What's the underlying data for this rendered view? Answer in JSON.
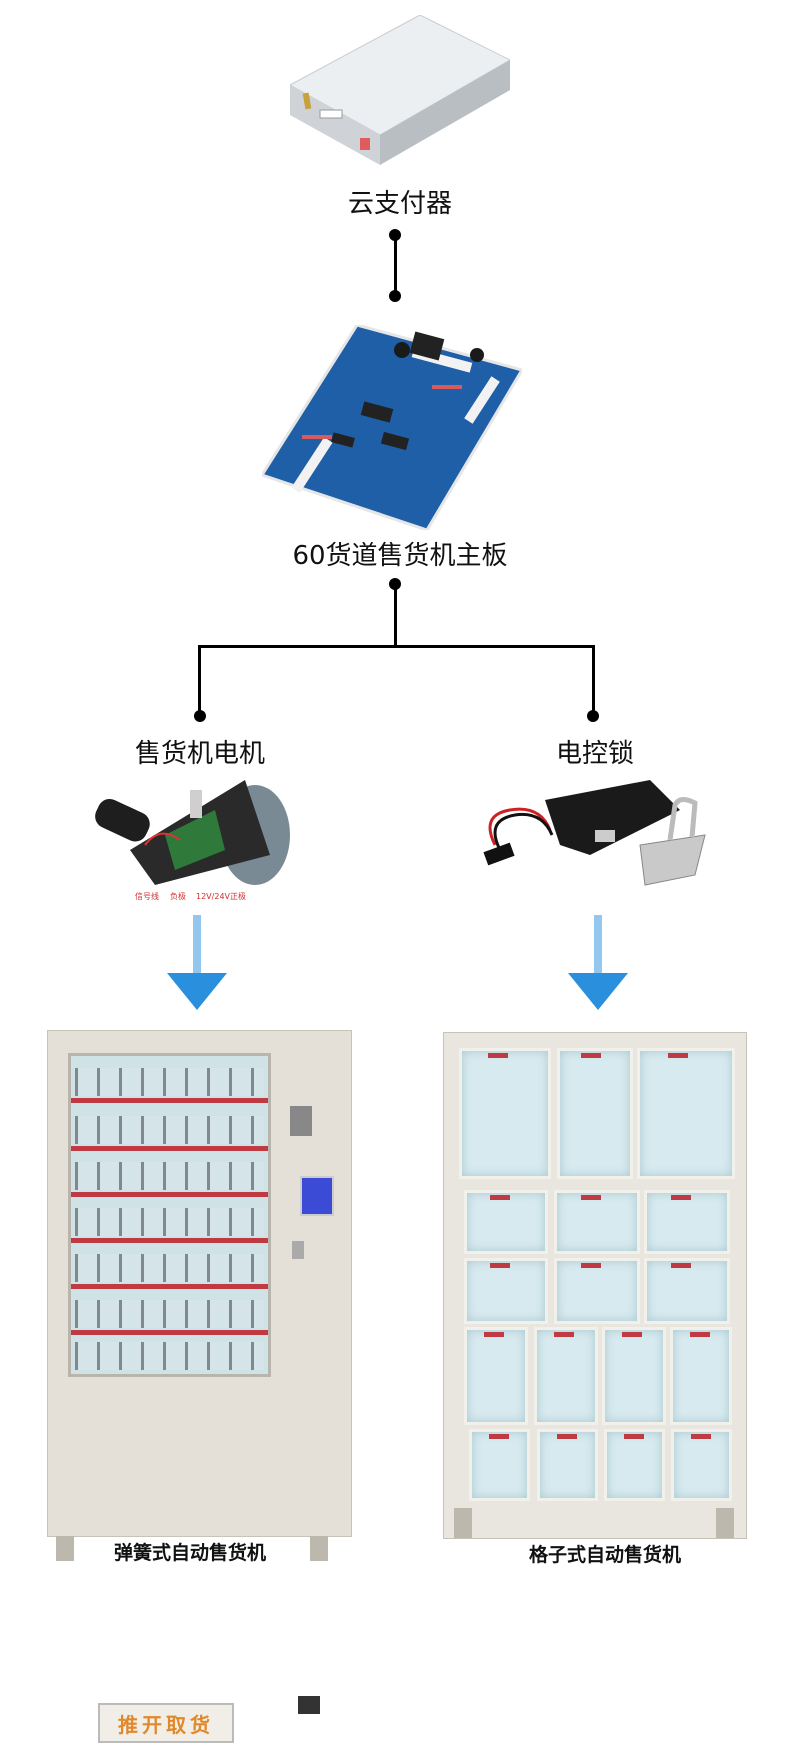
{
  "nodes": {
    "pay": "云支付器",
    "board": "60货道售货机主板",
    "motor": "售货机电机",
    "lock": "电控锁",
    "spring_machine": "弹簧式自动售货机",
    "grid_machine": "格子式自动售货机"
  },
  "motor_wires": {
    "signal": "信号线",
    "negative": "负极",
    "positive": "12V/24V正极"
  },
  "vending_machine": {
    "push_label": "推开取货"
  },
  "colors": {
    "arrow": "#2a8fdc",
    "line": "#000000",
    "shelf": "#c03a44"
  }
}
